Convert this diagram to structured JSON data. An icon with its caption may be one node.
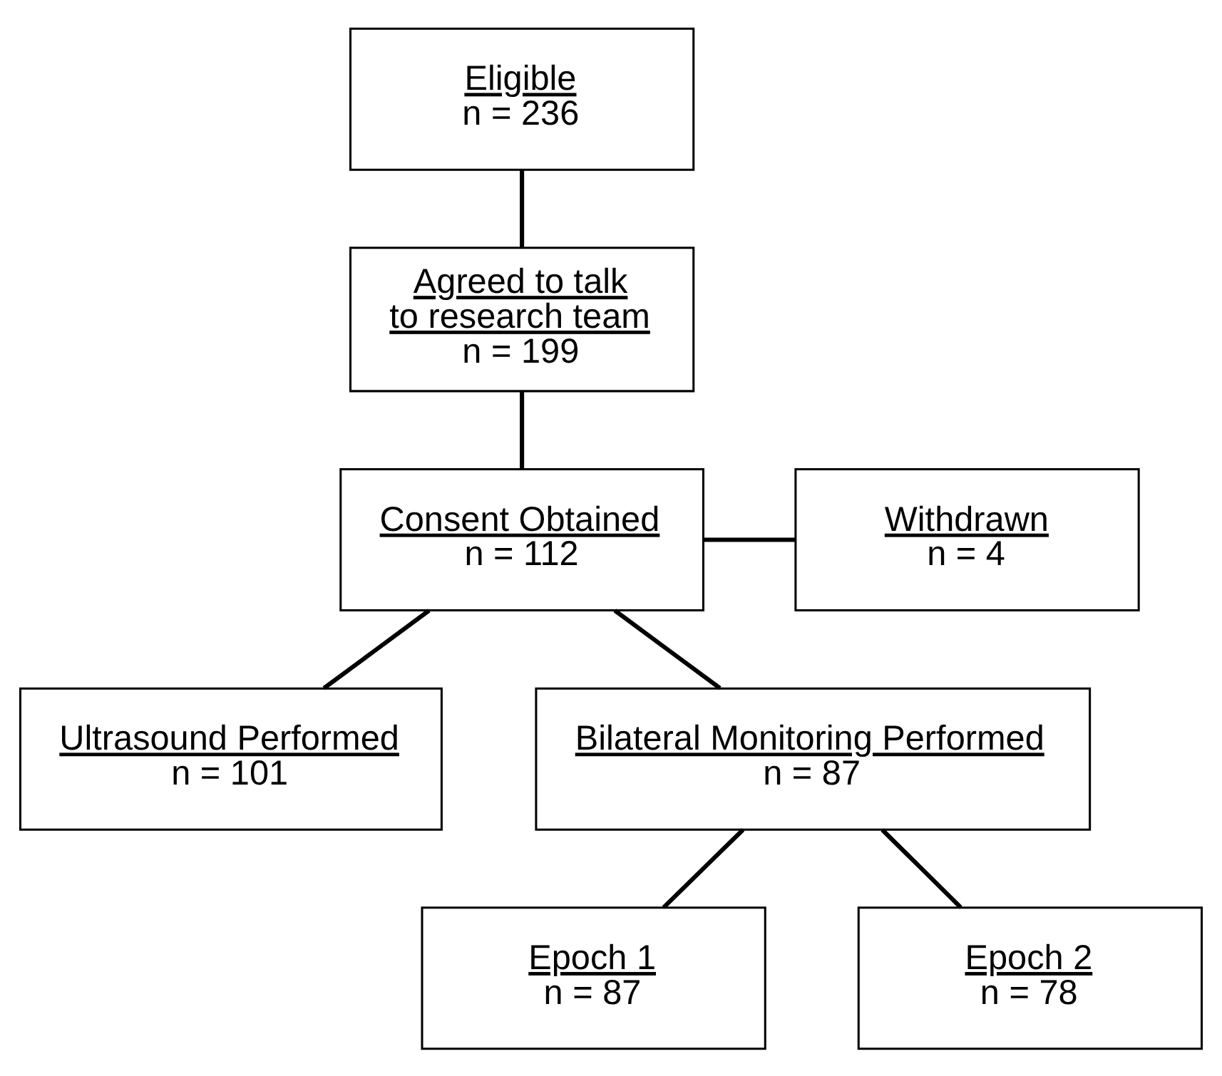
{
  "diagram": {
    "nodes": [
      {
        "text": [
          "Eligible",
          "n = 236"
        ]
      },
      {
        "text": [
          "Agreed to talk to research team",
          "n = 199"
        ]
      },
      {
        "text": [
          "Consent Obtained",
          "n = 112"
        ]
      },
      {
        "text": [
          "Withdrawn",
          "n = 4"
        ]
      },
      {
        "text": [
          "Ultrasound Performed",
          "n = 101"
        ]
      },
      {
        "text": [
          "Bilateral Monitoring Performed",
          "n = 87"
        ]
      },
      {
        "text": [
          "Epoch 1",
          "n = 87"
        ]
      },
      {
        "text": [
          "Epoch 2",
          "n = 78"
        ]
      }
    ],
    "edges": [
      {
        "from": 0,
        "to": 1,
        "arrow": "none"
      },
      {
        "from": 1,
        "to": 2,
        "arrow": "none"
      },
      {
        "from": 2,
        "to": 3,
        "arrow": "none"
      },
      {
        "from": 2,
        "to": 4,
        "arrow": "none"
      },
      {
        "from": 2,
        "to": 5,
        "arrow": "none"
      },
      {
        "from": 5,
        "to": 6,
        "arrow": "none"
      },
      {
        "from": 5,
        "to": 7,
        "arrow": "none"
      }
    ]
  }
}
